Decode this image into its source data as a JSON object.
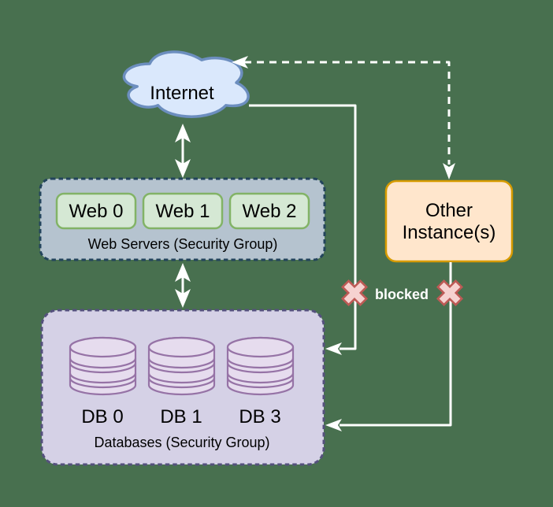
{
  "colors": {
    "background": "#48704f",
    "cloud_fill": "#dae8fc",
    "cloud_stroke": "#6c8ebf",
    "web_group_fill": "#b5c3cf",
    "web_group_stroke": "#23445c",
    "server_fill": "#d5e8d4",
    "server_stroke": "#82b366",
    "db_group_fill": "#d5d1e6",
    "db_group_stroke": "#55517d",
    "db_fill": "#e6dcee",
    "db_stroke": "#9673a6",
    "other_fill": "#ffe6cc",
    "other_stroke": "#d79b00",
    "x_fill": "#f6d2d0",
    "x_stroke": "#bd5a55",
    "arrow": "#ffffff",
    "label": "#000000",
    "blocked_text": "#ffffff"
  },
  "cloud": {
    "label": "Internet"
  },
  "web_group": {
    "caption": "Web Servers (Security Group)",
    "servers": [
      {
        "label": "Web 0"
      },
      {
        "label": "Web 1"
      },
      {
        "label": "Web 2"
      }
    ]
  },
  "db_group": {
    "caption": "Databases (Security Group)",
    "databases": [
      {
        "label": "DB 0"
      },
      {
        "label": "DB 1"
      },
      {
        "label": "DB 3"
      }
    ]
  },
  "other_instance": {
    "label_lines": [
      "Other",
      "Instance(s)"
    ]
  },
  "edges": {
    "blocked_label": "blocked"
  }
}
